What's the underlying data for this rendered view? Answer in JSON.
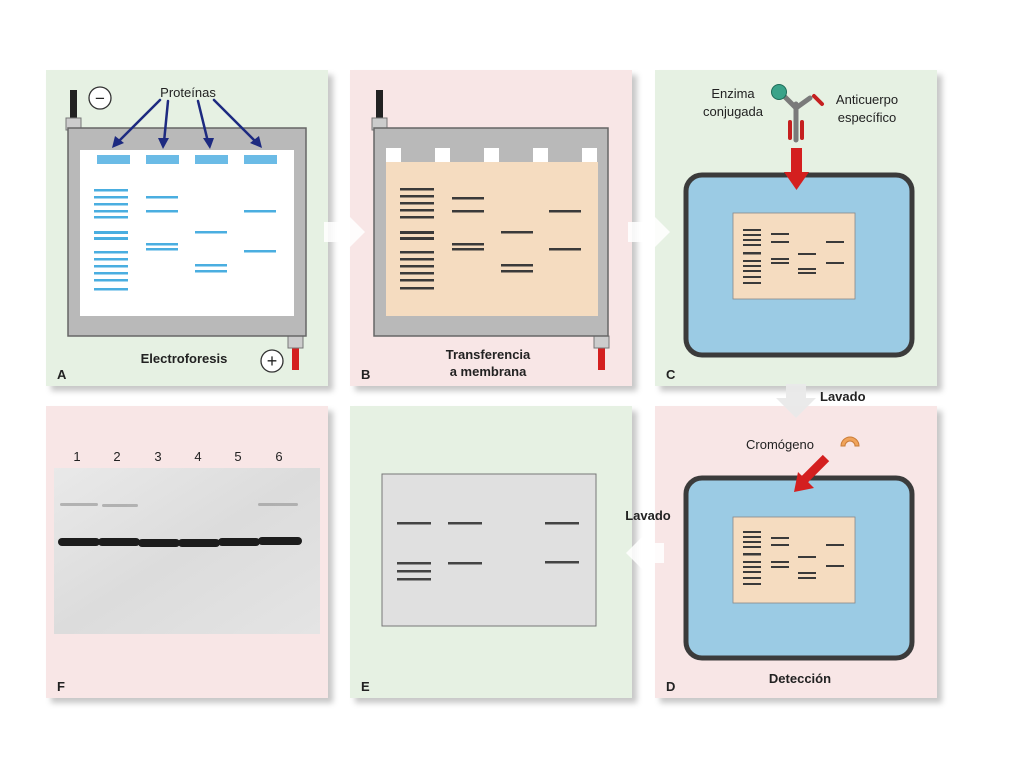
{
  "colors": {
    "panel_green": "#e6f1e3",
    "panel_pink": "#f8e6e6",
    "tank_gray": "#b9b9b9",
    "gel_blue": "#4aaee0",
    "membrane_tan": "#f5dcc0",
    "band_dark": "#3a3a3a",
    "wash_blue": "#9bcbe4",
    "arrow_red": "#d41f1f",
    "arrow_navy": "#1d2a80",
    "transfer_arrow": "#ffffff"
  },
  "panels": {
    "a": {
      "letter": "A",
      "caption": "Electroforesis",
      "proteins_label": "Proteínas",
      "minus_symbol": "−",
      "plus_symbol": "+"
    },
    "b": {
      "letter": "B",
      "caption_line1": "Transferencia",
      "caption_line2": "a membrana"
    },
    "c": {
      "letter": "C",
      "enzyme_line1": "Enzima",
      "enzyme_line2": "conjugada",
      "antibody_line1": "Anticuerpo",
      "antibody_line2": "específico"
    },
    "d": {
      "letter": "D",
      "caption": "Detección",
      "chromogen_label": "Cromógeno"
    },
    "e": {
      "letter": "E"
    },
    "f": {
      "letter": "F",
      "lanes": [
        "1",
        "2",
        "3",
        "4",
        "5",
        "6"
      ]
    }
  },
  "steps": {
    "wash_c_to_d": "Lavado",
    "wash_d_to_e": "Lavado"
  }
}
